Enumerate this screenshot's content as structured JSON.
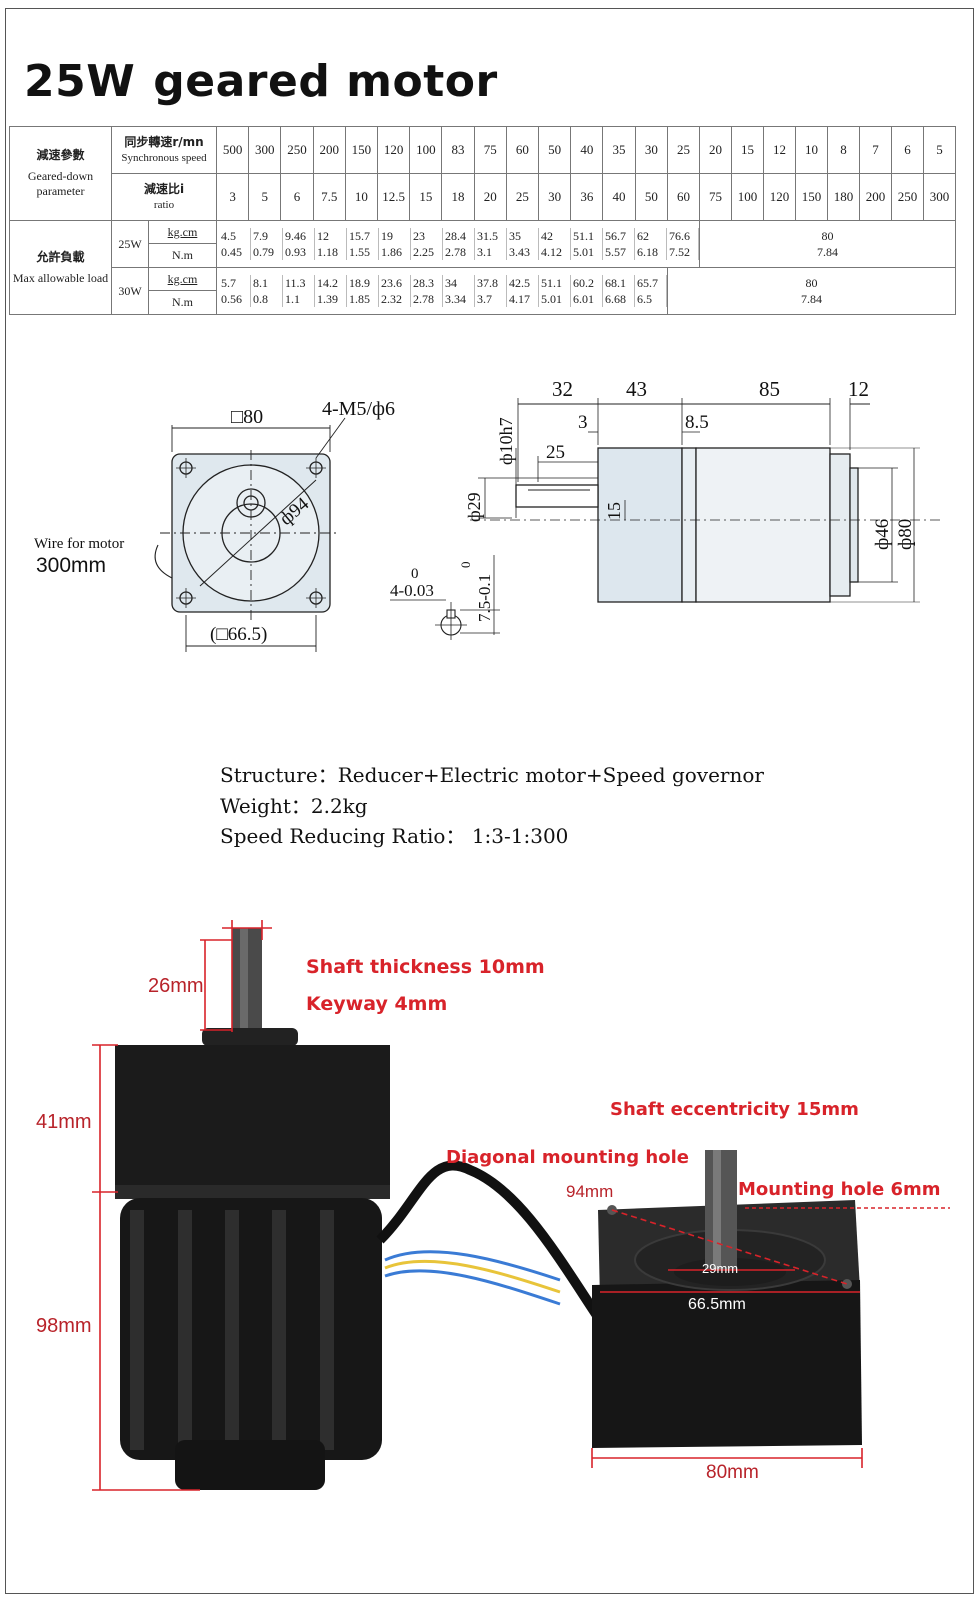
{
  "title": {
    "power": "25W",
    "name": "geared motor"
  },
  "table": {
    "row1": {
      "cn": "減速參數",
      "en": "Geared-down parameter",
      "speed_cn": "同步轉速r/mn",
      "speed_en": "Synchronous speed",
      "ratio_cn": "減速比i",
      "ratio_en": "ratio"
    },
    "speeds": [
      "500",
      "300",
      "250",
      "200",
      "150",
      "120",
      "100",
      "83",
      "75",
      "60",
      "50",
      "40",
      "35",
      "30",
      "25",
      "20",
      "15",
      "12",
      "10",
      "8",
      "7",
      "6",
      "5"
    ],
    "ratios": [
      "3",
      "5",
      "6",
      "7.5",
      "10",
      "12.5",
      "15",
      "18",
      "20",
      "25",
      "30",
      "36",
      "40",
      "50",
      "60",
      "75",
      "100",
      "120",
      "150",
      "180",
      "200",
      "250",
      "300"
    ],
    "load": {
      "cn": "允許負載",
      "en": "Max allowable load"
    },
    "unit_kg": "kg.cm",
    "unit_nm": "N.m",
    "w25": {
      "label": "25W",
      "kg": [
        "4.5",
        "7.9",
        "9.46",
        "12",
        "15.7",
        "19",
        "23",
        "28.4",
        "31.5",
        "35",
        "42",
        "51.1",
        "56.7",
        "62",
        "76.6"
      ],
      "nm": [
        "0.45",
        "0.79",
        "0.93",
        "1.18",
        "1.55",
        "1.86",
        "2.25",
        "2.78",
        "3.1",
        "3.43",
        "4.12",
        "5.01",
        "5.57",
        "6.18",
        "7.52"
      ],
      "rest_kg": "80",
      "rest_nm": "7.84"
    },
    "w30": {
      "label": "30W",
      "kg": [
        "5.7",
        "8.1",
        "11.3",
        "14.2",
        "18.9",
        "23.6",
        "28.3",
        "34",
        "37.8",
        "42.5",
        "51.1",
        "60.2",
        "68.1",
        "65.7"
      ],
      "nm": [
        "0.56",
        "0.8",
        "1.1",
        "1.39",
        "1.85",
        "2.32",
        "2.78",
        "3.34",
        "3.7",
        "4.17",
        "5.01",
        "6.01",
        "6.68",
        "6.5"
      ],
      "rest_kg": "80",
      "rest_nm": "7.84"
    }
  },
  "drawing": {
    "front": {
      "square": "□80",
      "holes": "4-M5/ф6",
      "diameter": "ф94",
      "inner": "(□66.5)",
      "wire": "Wire for motor",
      "wire_len": "300mm"
    },
    "key": {
      "width": "4-0.03",
      "width_top": "0",
      "depth": "7.5-0.1",
      "depth_top": "0"
    },
    "side": {
      "d32": "32",
      "d43": "43",
      "d85": "85",
      "d12": "12",
      "d3": "3",
      "d85b": "8.5",
      "d25": "25",
      "shaft": "ф10h7",
      "boss": "ф29",
      "d15": "15",
      "d46": "ф46",
      "d80": "ф80"
    }
  },
  "specs": [
    "Structure：Reducer+Electric motor+Speed governor",
    "Weight：2.2kg",
    "Speed Reducing Ratio： 1:3-1:300"
  ],
  "photo": {
    "shaft_thickness": "Shaft thickness 10mm",
    "keyway": "Keyway 4mm",
    "shaft_len": "26mm",
    "gear_h": "41mm",
    "motor_h": "98mm",
    "eccentricity": "Shaft eccentricity 15mm",
    "diag_hole": "Diagonal mounting hole",
    "d94": "94mm",
    "mount_hole": "Mounting hole 6mm",
    "d29": "29mm",
    "d665": "66.5mm",
    "d80": "80mm"
  }
}
